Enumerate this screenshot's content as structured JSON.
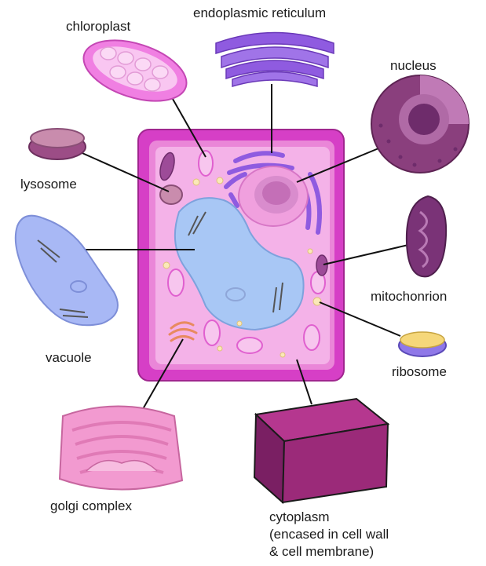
{
  "labels": {
    "chloroplast": "chloroplast",
    "endoplasmic_reticulum": "endoplasmic reticulum",
    "nucleus": "nucleus",
    "lysosome": "lysosome",
    "mitochondrion": "mitochonrion",
    "vacuole": "vacuole",
    "ribosome": "ribosome",
    "golgi_complex": "golgi complex",
    "cytoplasm": [
      "cytoplasm",
      "(encased in cell wall",
      "& cell membrane)"
    ]
  },
  "colors": {
    "cell_wall": "#d63fc6",
    "cytoplasm": "#f2a6e3",
    "chloroplast": "#f07fe2",
    "er": "#8f5be0",
    "nucleus": "#8a3f7d",
    "vacuole": "#a8c7f5",
    "mitochondrion": "#7a3377",
    "golgi": "#f29ad0",
    "ribosome": "#f5d77a"
  }
}
